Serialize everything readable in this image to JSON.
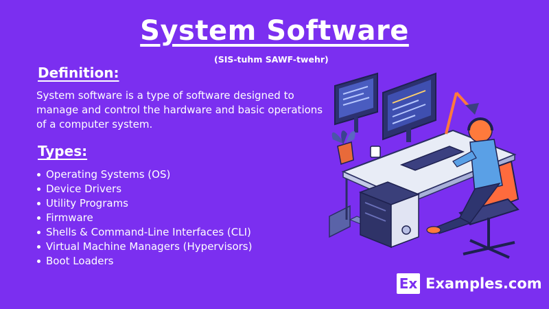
{
  "title": "System Software",
  "pronunciation": "(SIS-tuhm SAWF-twehr)",
  "definition": {
    "heading": "Definition:",
    "text": "System software is a type of software designed to manage and control the hardware and basic operations of a computer system."
  },
  "types": {
    "heading": "Types:",
    "items": [
      "Operating Systems (OS)",
      "Device Drivers",
      "Utility Programs",
      "Firmware",
      "Shells & Command-Line Interfaces (CLI)",
      "Virtual Machine Managers (Hypervisors)",
      "Boot Loaders"
    ]
  },
  "brand": {
    "logo_text": "Ex",
    "name": "Examples.com"
  },
  "colors": {
    "background": "#7b2ff0",
    "text": "#ffffff"
  }
}
